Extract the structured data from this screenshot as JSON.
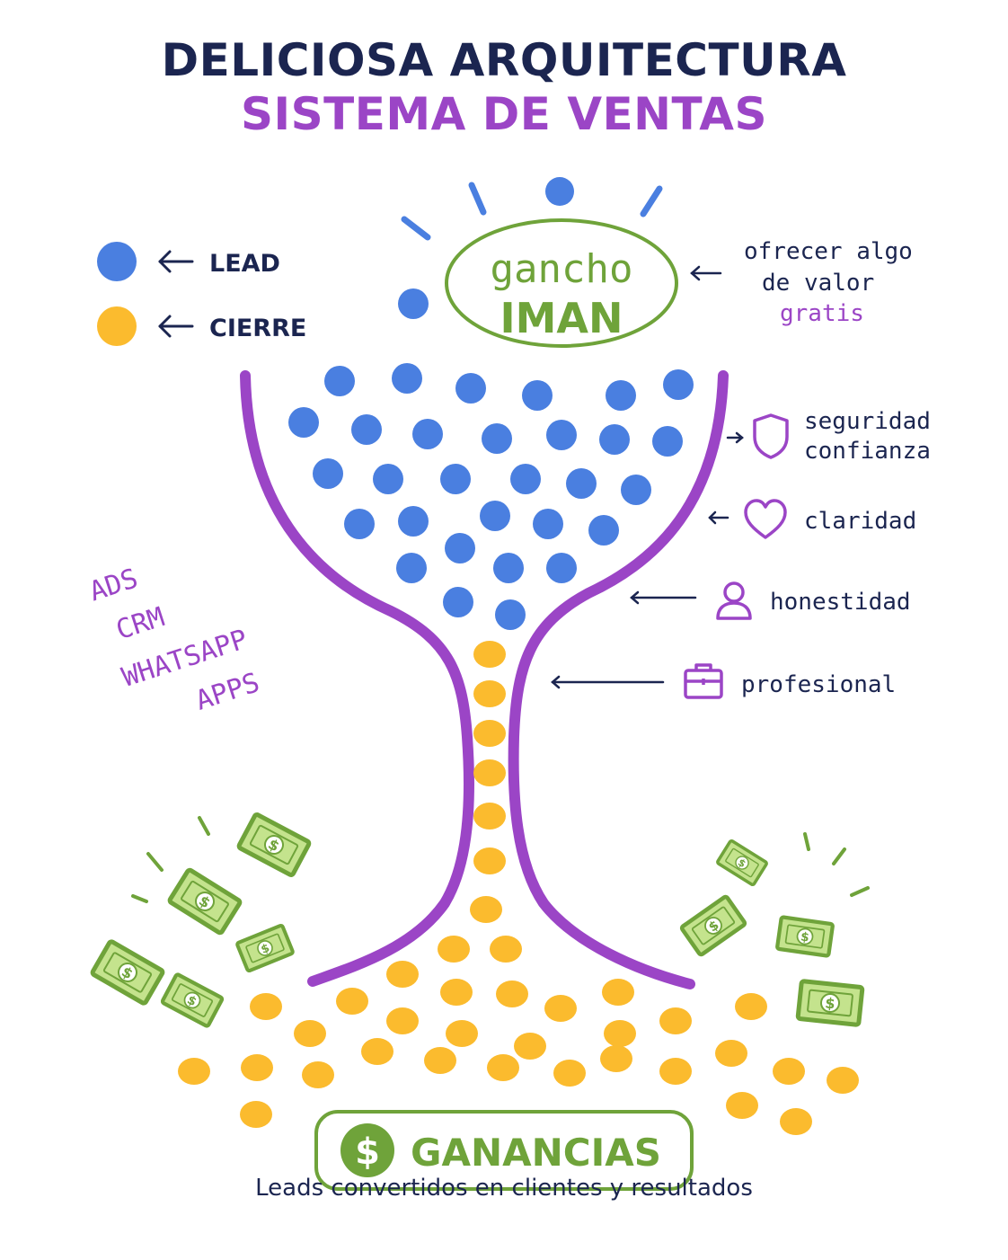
{
  "title": {
    "line1": "DELICIOSA ARQUITECTURA",
    "line2": "SISTEMA DE VENTAS"
  },
  "legend": {
    "lead_label": "LEAD",
    "cierre_label": "CIERRE",
    "arrow_icon": "arrow-left-icon"
  },
  "hook": {
    "line1": "gancho",
    "line2": "IMAN"
  },
  "offer_note": {
    "line1": "ofrecer algo",
    "line2": "de valor",
    "line3": "gratis"
  },
  "tools": [
    "ADS",
    "CRM",
    "WHATSAPP",
    "APPS"
  ],
  "values": [
    {
      "line1": "seguridad",
      "line2": "confianza",
      "icon": "shield-icon"
    },
    {
      "line1": "claridad",
      "line2": "",
      "icon": "heart-icon"
    },
    {
      "line1": "honestidad",
      "line2": "",
      "icon": "person-icon"
    },
    {
      "line1": "profesional",
      "line2": "",
      "icon": "briefcase-icon"
    }
  ],
  "result": {
    "label": "GANANCIAS",
    "symbol": "$",
    "subtitle": "Leads convertidos en clientes y resultados"
  },
  "colors": {
    "navy": "#1b2550",
    "purple": "#9b45c6",
    "blue": "#4a7fe0",
    "yellow": "#fbbb2e",
    "green": "#6fa33a",
    "money_light": "#c4e38d"
  }
}
